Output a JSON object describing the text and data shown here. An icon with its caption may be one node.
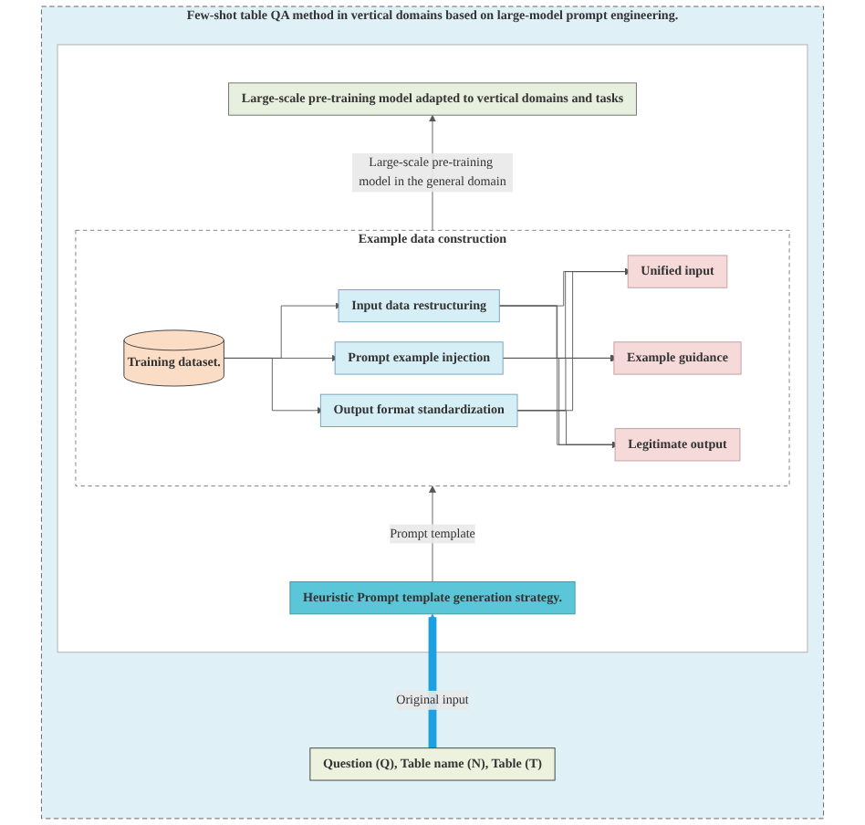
{
  "diagram": {
    "nodes": [
      {
        "text": [
          "Few-shot table QA method in vertical domains based on large-model prompt engineering."
        ]
      },
      {
        "text": [],
        "shape": "box",
        "in": 0
      },
      {
        "text": [
          "Large-scale pre-training model adapted to vertical domains and tasks"
        ],
        "in": 1
      },
      {
        "text": [
          "Example data construction"
        ],
        "in": 1
      },
      {
        "text": [
          "Training dataset."
        ],
        "in": 3
      },
      {
        "text": [
          "Input data restructuring"
        ],
        "in": 3
      },
      {
        "text": [
          "Prompt example injection"
        ],
        "in": 3
      },
      {
        "text": [
          "Output format standardization"
        ],
        "in": 3
      },
      {
        "text": [
          "Unified input"
        ],
        "in": 3
      },
      {
        "text": [
          "Example guidance"
        ],
        "in": 3
      },
      {
        "text": [
          "Legitimate output"
        ],
        "in": 3
      },
      {
        "text": [
          "Heuristic Prompt template generation strategy."
        ],
        "in": 1
      },
      {
        "text": [
          "Question (Q),  Table name (N),  Table (T)"
        ],
        "in": 0
      }
    ],
    "edges": [
      {
        "from": 4,
        "to": 5,
        "arrow": "to"
      },
      {
        "from": 4,
        "to": 6,
        "arrow": "to"
      },
      {
        "from": 4,
        "to": 7,
        "arrow": "to"
      },
      {
        "from": 5,
        "to": 8,
        "arrow": "to"
      },
      {
        "from": 5,
        "to": 9,
        "arrow": "to"
      },
      {
        "from": 5,
        "to": 10,
        "arrow": "to"
      },
      {
        "from": 6,
        "to": 8,
        "arrow": "to"
      },
      {
        "from": 6,
        "to": 9,
        "arrow": "to"
      },
      {
        "from": 6,
        "to": 10,
        "arrow": "to"
      },
      {
        "from": 7,
        "to": 8,
        "arrow": "to"
      },
      {
        "from": 7,
        "to": 9,
        "arrow": "to"
      },
      {
        "from": 7,
        "to": 10,
        "arrow": "to"
      },
      {
        "from": 11,
        "to": 3,
        "arrow": "to",
        "label": "Prompt template"
      },
      {
        "from": 3,
        "to": 2,
        "arrow": "to",
        "label": "Large-scale pre-training model in the general domain"
      },
      {
        "from": 12,
        "to": 11,
        "arrow": "to",
        "label": "Original input",
        "style": "thick",
        "color": "#1ea0e0"
      }
    ]
  }
}
